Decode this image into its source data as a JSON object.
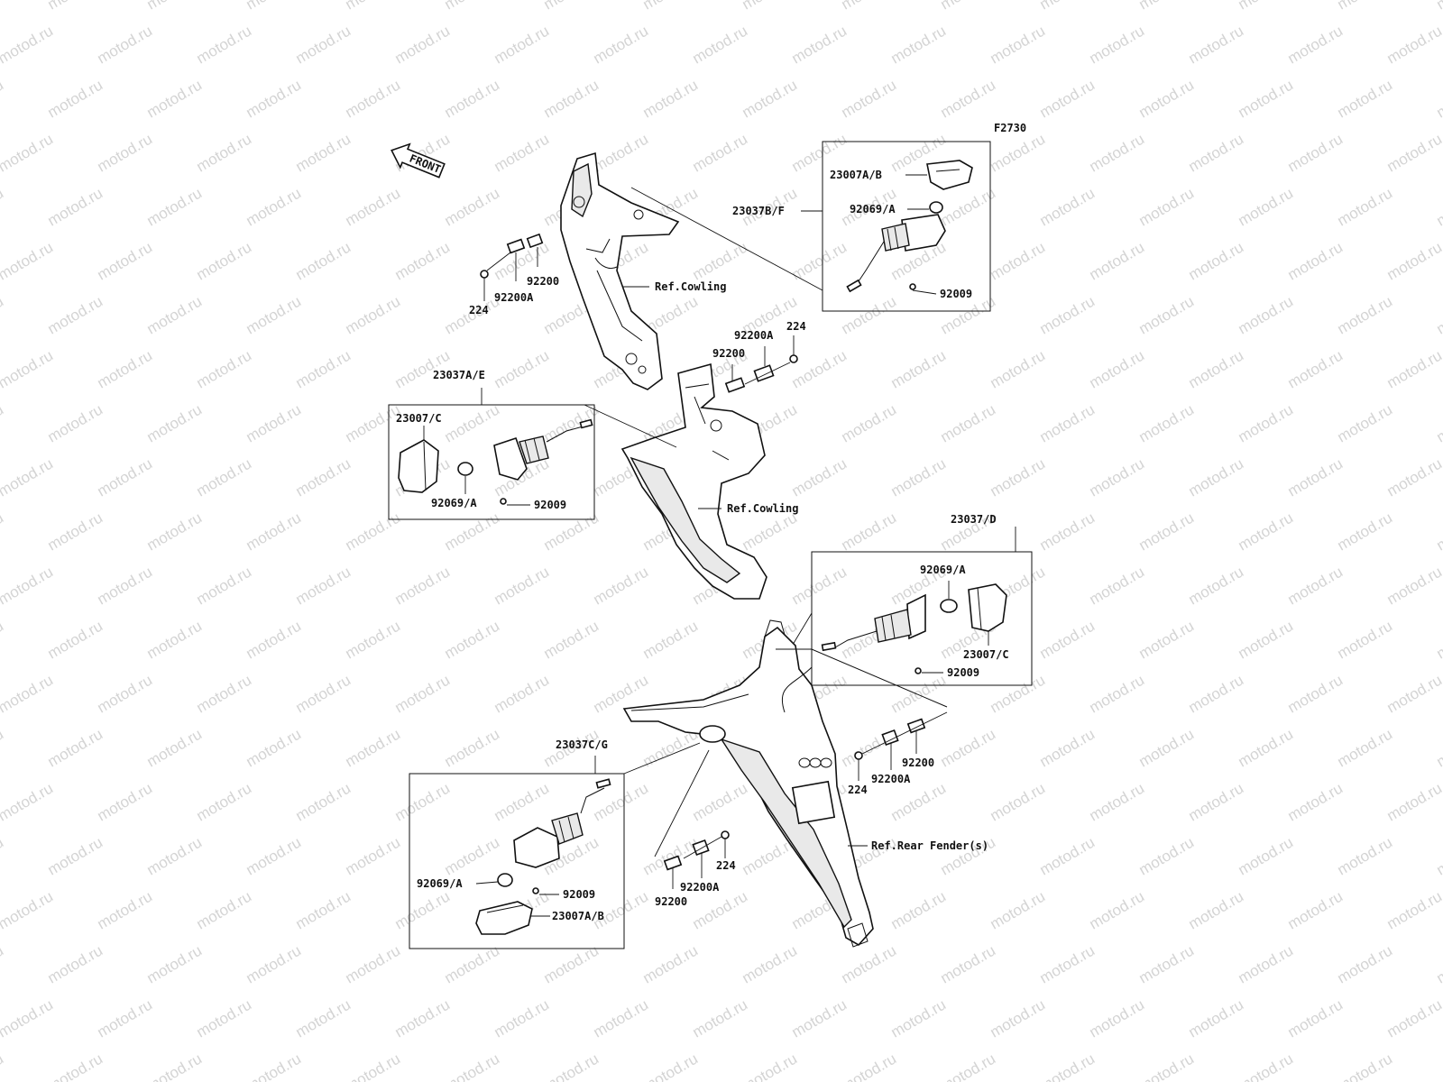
{
  "diagram_code": "F2730",
  "front_arrow": "FRONT",
  "watermark": "motod.ru",
  "refs": {
    "cowling_upper": "Ref.Cowling",
    "cowling_lower": "Ref.Cowling",
    "rear_fender": "Ref.Rear Fender(s)"
  },
  "groups": {
    "front_right": {
      "assembly": "23037B/F",
      "lens": "23007A/B",
      "bulb": "92069/A",
      "screw": "92009"
    },
    "front_left": {
      "assembly": "23037A/E",
      "lens": "23007/C",
      "bulb": "92069/A",
      "screw": "92009"
    },
    "rear_right": {
      "assembly": "23037/D",
      "bulb": "92069/A",
      "lens": "23007/C",
      "screw": "92009"
    },
    "rear_left": {
      "assembly": "23037C/G",
      "bulb": "92069/A",
      "screw": "92009",
      "lens": "23007A/B"
    }
  },
  "fasteners": {
    "upper_left": {
      "bolt": "224",
      "plate": "92200A",
      "nut": "92200"
    },
    "center": {
      "plate": "92200A",
      "bolt": "224",
      "nut": "92200"
    },
    "rear_right": {
      "nut": "92200",
      "bolt": "224",
      "plate": "92200A"
    },
    "rear_left": {
      "bolt": "224",
      "plate": "92200A",
      "nut": "92200"
    }
  }
}
